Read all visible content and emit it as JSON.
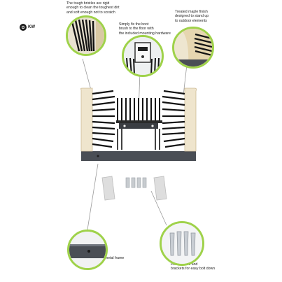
{
  "brand": {
    "logo_text": "KW"
  },
  "callouts": {
    "bristles": "The tough bristles are rigid\nenough to clean the toughest dirt\nand soft enough not to scratch",
    "mounting": "Simply fix the boot\nbrush to the floor with\nthe included mounting hardware",
    "maple": "Treated maple finish\ndesigned to stand up\nto outdoor elements",
    "frame": "Heavy gauge welded metal frame",
    "screws": "Four screws and\nbrackets for easy bolt down"
  },
  "icons": [
    "brand-logo-icon",
    "bristles-closeup",
    "mounting-bracket-closeup",
    "maple-finish-closeup",
    "metal-frame-closeup",
    "screws-closeup"
  ],
  "colors": {
    "accent": "#9fd24a",
    "bristle": "#151515",
    "wood": "#eee2c8",
    "metal": "#4a4e55",
    "hardware": "#dcdcdc"
  }
}
